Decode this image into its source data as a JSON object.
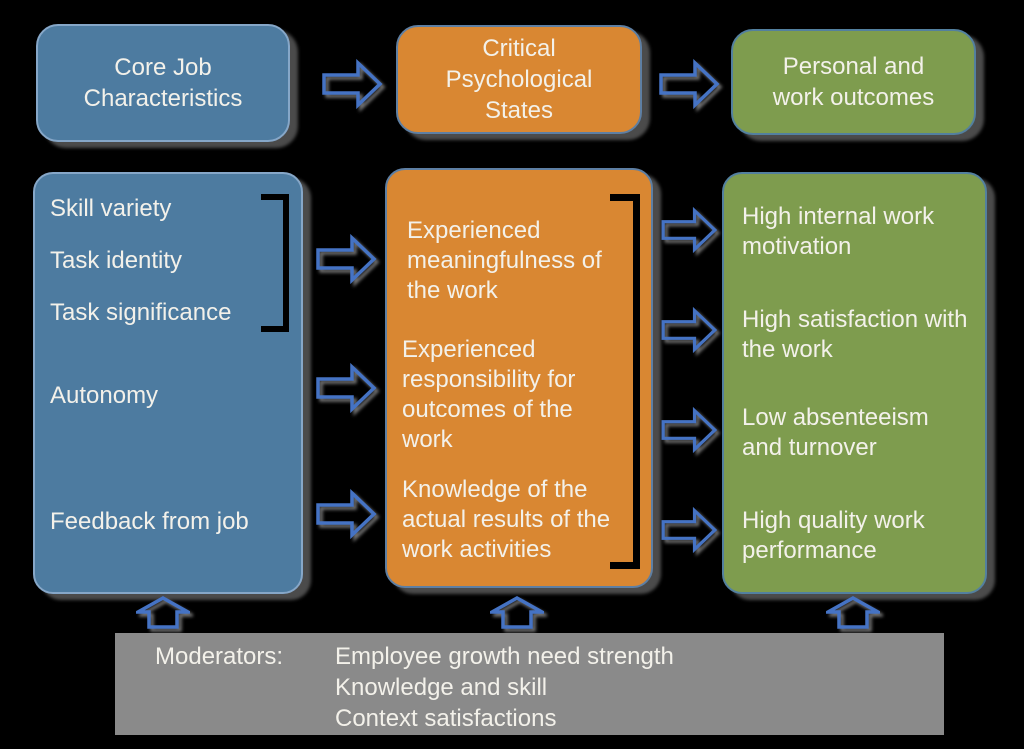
{
  "colors": {
    "background": "#000000",
    "blue_box": "#4D7BA0",
    "orange_box": "#D98732",
    "green_box": "#7E9C4E",
    "gray_bar": "#8A8A8A",
    "arrow_outline": "#4573C4",
    "bracket": "#000000",
    "text": "#F3F1EA"
  },
  "title_row": {
    "left": {
      "label": "Core Job\nCharacteristics"
    },
    "middle": {
      "label": "Critical\nPsychological\nStates"
    },
    "right": {
      "label": "Personal and\nwork outcomes"
    }
  },
  "job_characteristics": {
    "bracketed_items": [
      "Skill variety",
      "Task identity",
      "Task significance"
    ],
    "autonomy": "Autonomy",
    "feedback": "Feedback from job"
  },
  "psychological_states": {
    "items": [
      "Experienced meaningfulness of the work",
      "Experienced responsibility for outcomes of the work",
      "Knowledge of the actual results of the work activities"
    ]
  },
  "outcomes": {
    "items": [
      "High internal work motivation",
      "High satisfaction with the work",
      "Low absenteeism and turnover",
      "High quality work performance"
    ]
  },
  "moderators": {
    "label": "Moderators:",
    "items": [
      "Employee growth need strength",
      "Knowledge and skill",
      "Context satisfactions"
    ]
  }
}
